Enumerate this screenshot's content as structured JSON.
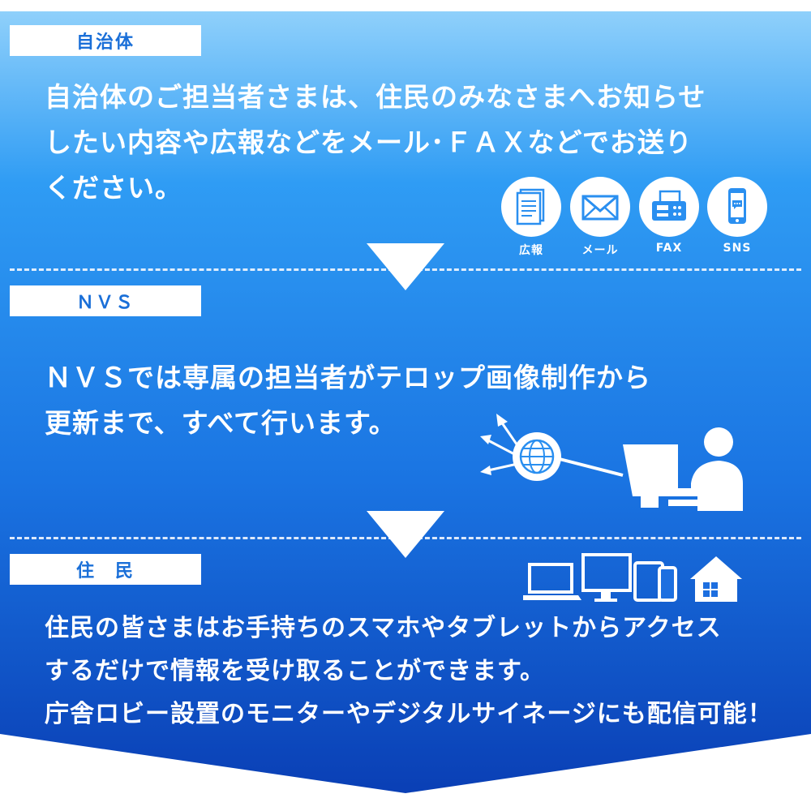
{
  "section1": {
    "label": "自治体",
    "lines": [
      "自治体のご担当者さまは、住民のみなさまへお知らせ",
      "したい内容や広報などをメール･ＦＡＸなどでお送り",
      "ください。"
    ],
    "icons": [
      {
        "name": "newsletter-icon",
        "label": "広報"
      },
      {
        "name": "mail-icon",
        "label": "メール"
      },
      {
        "name": "fax-icon",
        "label": "FAX"
      },
      {
        "name": "smartphone-icon",
        "label": "SNS"
      }
    ]
  },
  "section2": {
    "label": "ＮＶＳ",
    "lines": [
      "ＮＶＳでは専属の担当者がテロップ画像制作から",
      "更新まで、すべて行います。"
    ]
  },
  "section3": {
    "label": "住　民",
    "lines": [
      "住民の皆さまはお手持ちのスマホやタブレットからアクセス",
      "するだけで情報を受け取ることができます。",
      "庁舎ロビー設置のモニターやデジタルサイネージにも配信可能！"
    ]
  },
  "colors": {
    "gradient_top": "#8fd0fb",
    "gradient_mid": "#2a8ff0",
    "gradient_bottom": "#0a3fb5",
    "label_text": "#1a6fd8"
  }
}
